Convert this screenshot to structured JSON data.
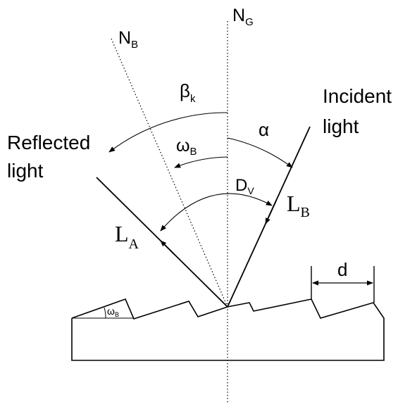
{
  "labels": {
    "normal_blaze": {
      "main": "N",
      "sub": "B"
    },
    "normal_grating": {
      "main": "N",
      "sub": "G"
    },
    "beta": {
      "main": "β",
      "sub": "k"
    },
    "alpha": "α",
    "omega_upper": {
      "main": "ω",
      "sub": "B"
    },
    "omega_lower": {
      "main": "ω",
      "sub": "B"
    },
    "deviation": {
      "main": "D",
      "sub": "V"
    },
    "incident": {
      "line1": "Incident",
      "line2": "light"
    },
    "reflected": {
      "line1": "Reflected",
      "line2": "light"
    },
    "lb": {
      "main": "L",
      "sub": "B"
    },
    "la": {
      "main": "L",
      "sub": "A"
    },
    "groove_spacing": "d"
  }
}
